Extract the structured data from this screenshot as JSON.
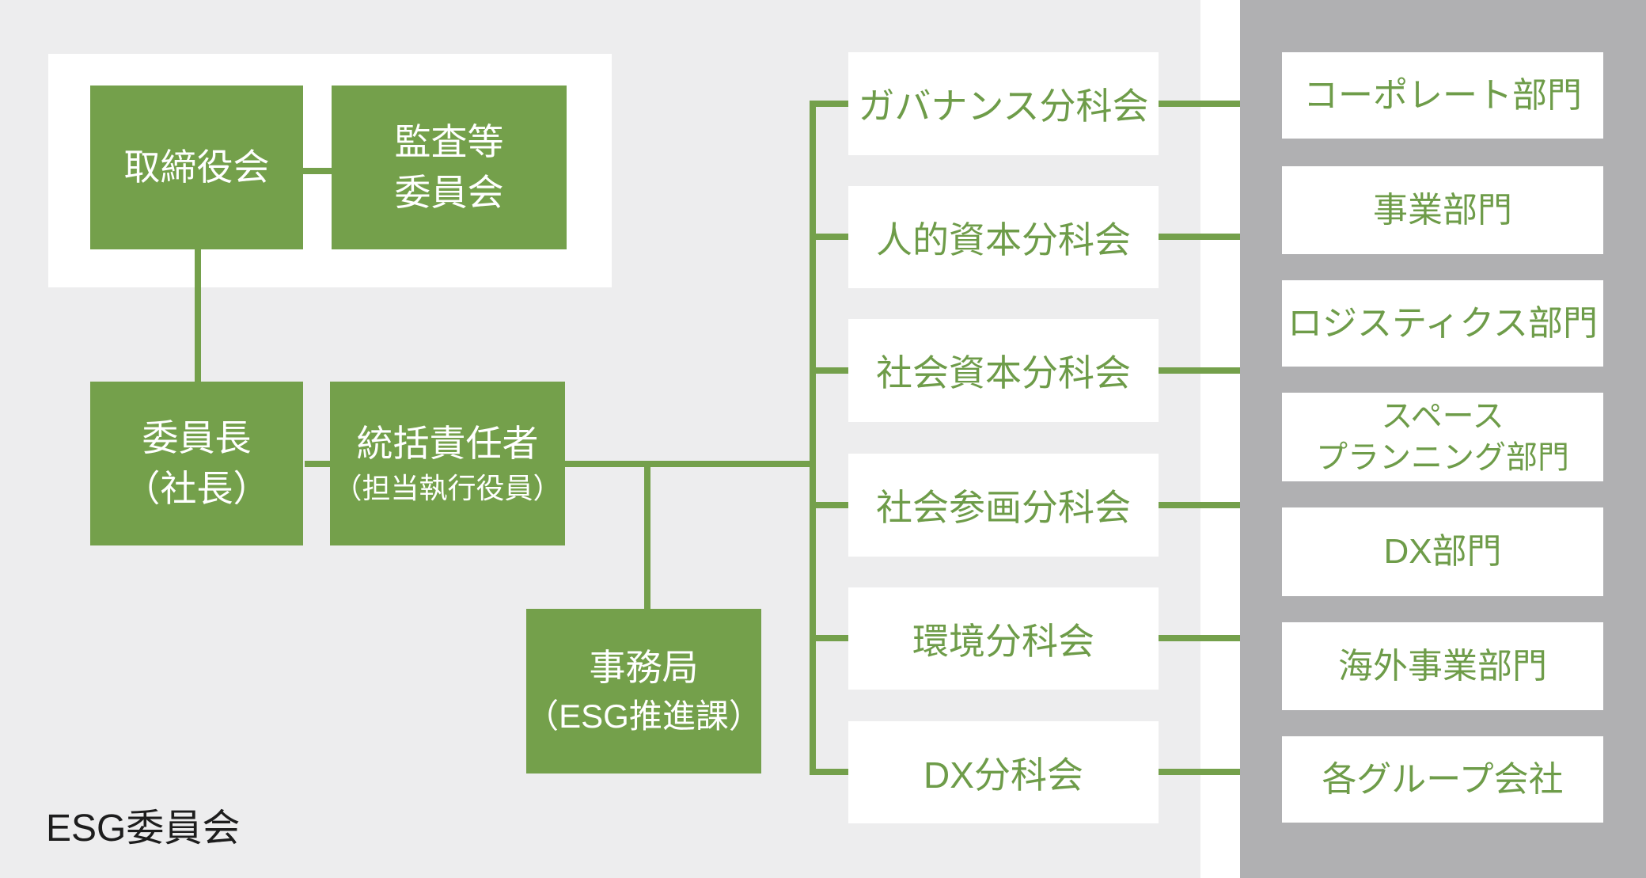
{
  "caption": "ESG委員会",
  "colors": {
    "accent_green": "#74a04b",
    "green_text": "#6e9c49",
    "background": "#ededee",
    "side_panel_gray": "#b0b0b2",
    "box_white": "#ffffff",
    "caption_text": "#1d1d1d"
  },
  "board": {
    "label": "取締役会"
  },
  "audit": {
    "line1": "監査等",
    "line2": "委員会"
  },
  "chair": {
    "line1": "委員長",
    "line2": "（社長）"
  },
  "lead": {
    "line1": "統括責任者",
    "line2": "（担当執行役員）"
  },
  "secretariat": {
    "line1": "事務局",
    "line2": "（ESG推進課）"
  },
  "subcommittees": [
    "ガバナンス分科会",
    "人的資本分科会",
    "社会資本分科会",
    "社会参画分科会",
    "環境分科会",
    "DX分科会"
  ],
  "departments": [
    {
      "line1": "コーポレート部門"
    },
    {
      "line1": "事業部門"
    },
    {
      "line1": "ロジスティクス部門"
    },
    {
      "line1": "スペース",
      "line2": "プランニング部門"
    },
    {
      "line1": "DX部門"
    },
    {
      "line1": "海外事業部門"
    },
    {
      "line1": "各グループ会社"
    }
  ]
}
